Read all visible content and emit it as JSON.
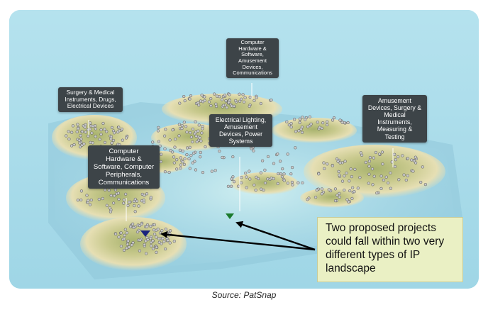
{
  "regions": [
    {
      "id": "computer-center",
      "lines": [
        "Computer",
        "Hardware &",
        "Software,",
        "Amusement",
        "Devices,",
        "Communications"
      ]
    },
    {
      "id": "surgery-left",
      "lines": [
        "Surgery & Medical",
        "Instruments, Drugs,",
        "Electrical Devices"
      ]
    },
    {
      "id": "electrical-lighting",
      "lines": [
        "Electrical Lighting,",
        "Amusement",
        "Devices, Power",
        "Systems"
      ]
    },
    {
      "id": "amusement-right",
      "lines": [
        "Amusement",
        "Devices, Surgery &",
        "Medical",
        "Instruments,",
        "Measuring &",
        "Testing"
      ]
    },
    {
      "id": "computer-left",
      "lines": [
        "Computer",
        "Hardware &",
        "Software, Computer",
        "Peripherals,",
        "Communications"
      ]
    }
  ],
  "note": {
    "lines": [
      "Two proposed projects",
      "could fall within two very",
      "different types of IP",
      "landscape"
    ]
  },
  "source": "Source: PatSnap",
  "markers": [
    {
      "id": "project-a",
      "color": "#1a237e"
    },
    {
      "id": "project-b",
      "color": "#1b7a2c"
    }
  ],
  "colors": {
    "sea": "#a9dcea",
    "land": "#d9d7a6",
    "peak": "#a7b26d",
    "label_bg": "#3d4448",
    "note_bg": "#eaf0c4"
  }
}
